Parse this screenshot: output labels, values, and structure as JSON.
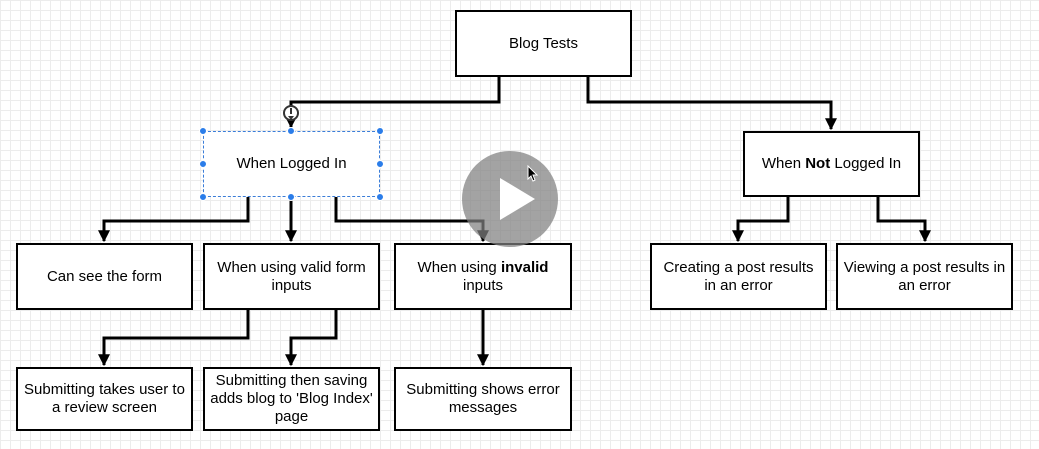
{
  "diagram": {
    "nodes": {
      "root": {
        "text": "Blog Tests"
      },
      "logged_in": {
        "text": "When Logged In"
      },
      "not_logged_in": {
        "before": "When ",
        "bold": "Not",
        "after": " Logged In"
      },
      "see_form": {
        "text": "Can see the form"
      },
      "valid_inputs": {
        "text": "When using valid form inputs"
      },
      "invalid_inputs": {
        "before": "When using ",
        "bold": "invalid",
        "after": " inputs"
      },
      "create_post_error": {
        "text": "Creating a post results in an error"
      },
      "view_post_error": {
        "text": "Viewing a post results in an error"
      },
      "submit_review": {
        "text": "Submitting takes user to a review screen"
      },
      "submit_save_index": {
        "text": "Submitting then saving adds blog to 'Blog Index' page"
      },
      "submit_error": {
        "text": "Submitting shows error messages"
      }
    },
    "selected_node": "logged_in"
  },
  "overlay": {
    "play_icon": "play-icon",
    "cursor_icon": "arrow-cursor-icon",
    "rotate_icon": "rotate-handle-icon"
  },
  "colors": {
    "selection": "#2b7de9",
    "play_overlay": "#808080"
  }
}
